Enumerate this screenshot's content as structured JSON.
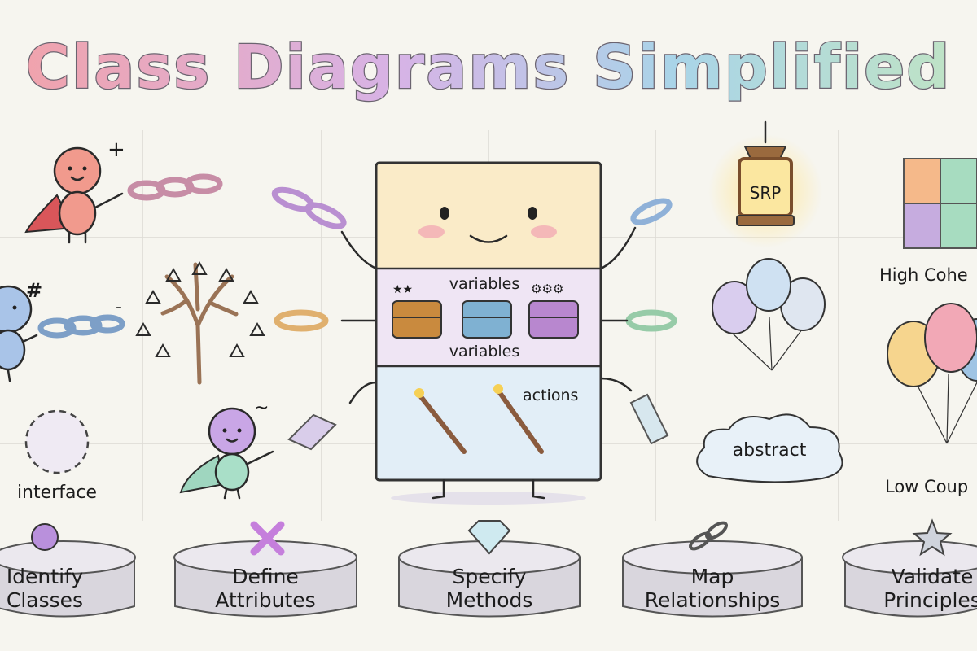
{
  "title": "Class Diagrams Simplified",
  "colors": {
    "background": "#f6f5ef",
    "title_gradient": [
      "#f0a3ad",
      "#d7b3e6",
      "#a9d4e8",
      "#bfe3c6"
    ],
    "class_top": "#faebc8",
    "class_middle": "#efe5f4",
    "class_bottom": "#e2eef7"
  },
  "visibility": {
    "public": "+",
    "protected": "#",
    "private": "-",
    "package": "~"
  },
  "labels": {
    "interface": "interface",
    "variables_top": "variables",
    "variables_bottom": "variables",
    "actions": "actions",
    "srp": "SRP",
    "high_cohesion": "High Cohe",
    "abstract": "abstract",
    "low_coupling": "Low Coup"
  },
  "steps": [
    {
      "line1": "Identify",
      "line2": "Classes",
      "icon": "sphere-icon"
    },
    {
      "line1": "Define",
      "line2": "Attributes",
      "icon": "cross-icon"
    },
    {
      "line1": "Specify",
      "line2": "Methods",
      "icon": "diamond-icon"
    },
    {
      "line1": "Map",
      "line2": "Relationships",
      "icon": "chain-link-icon"
    },
    {
      "line1": "Validate",
      "line2": "Principles",
      "icon": "star-icon"
    }
  ]
}
